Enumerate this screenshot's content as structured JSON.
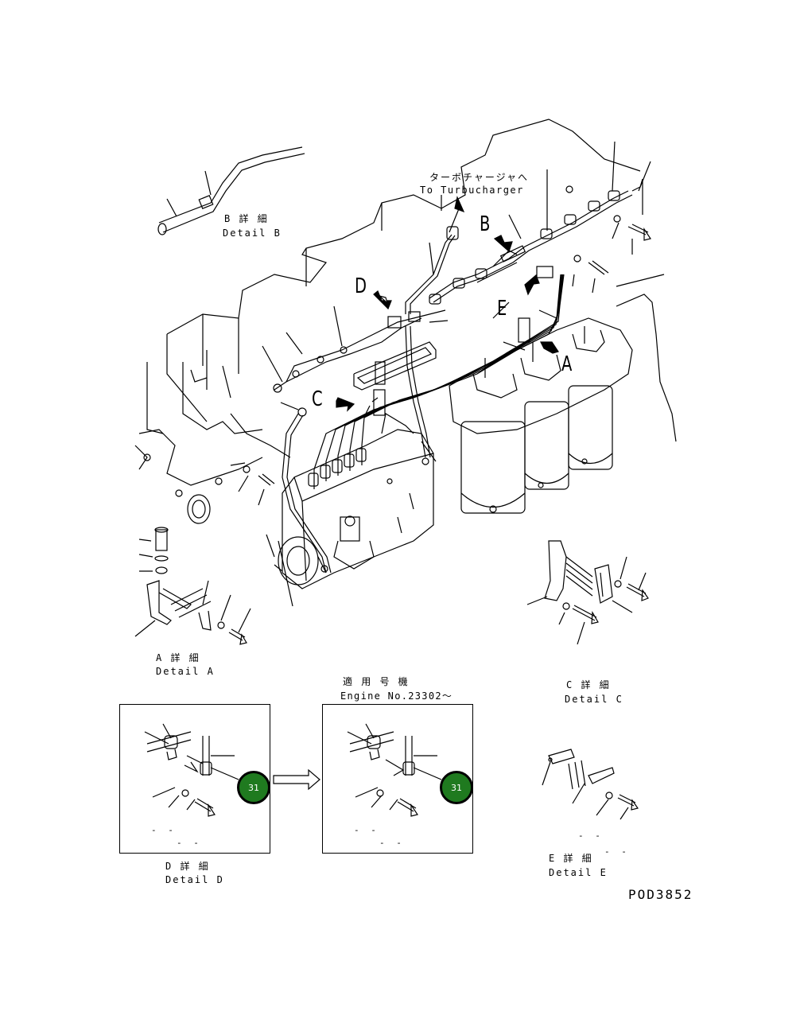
{
  "labels": {
    "turbo_jp": "ターボチャージャへ",
    "turbo_en": "To Turbucharger",
    "detail_b_jp": "B 詳 細",
    "detail_b_en": "Detail B",
    "detail_a_jp": "A 詳 細",
    "detail_a_en": "Detail A",
    "detail_c_jp": "C 詳 細",
    "detail_c_en": "Detail C",
    "detail_d_jp": "D 詳 細",
    "detail_d_en": "Detail D",
    "detail_e_jp": "E 詳 細",
    "detail_e_en": "Detail E",
    "applicable_jp": "適 用 号 機",
    "applicable_en": "Engine No.23302～",
    "drawing_no": "POD3852"
  },
  "view_letters": {
    "a": "A",
    "b": "B",
    "c": "C",
    "d": "D",
    "e": "E"
  },
  "badges": {
    "left": "31",
    "right": "31"
  },
  "dashes": {
    "d1": "- -",
    "d2": "- -",
    "d3": "- -",
    "d4": "- -",
    "e1": "- -",
    "e2": "- -"
  },
  "colors": {
    "badge_fill": "#1f7a1f",
    "badge_border": "#000000",
    "line": "#000000"
  }
}
